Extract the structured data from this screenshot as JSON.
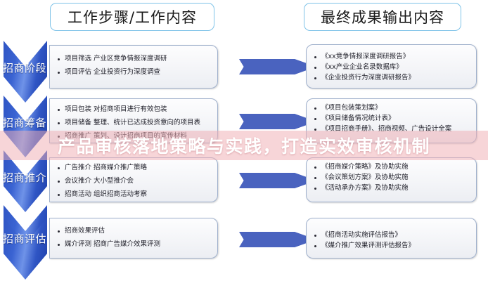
{
  "headers": {
    "left": "工作步骤/工作内容",
    "right": "最终成果输出内容"
  },
  "stages": [
    {
      "label": "招商阶段",
      "steps": [
        "项目筛选 产业区竞争情报深度调研",
        "项目评估 企业投资行为深度调查"
      ],
      "outputs": [
        "《xx竞争情报深度调研报告》",
        "《xx产业企业名录数据库》",
        "《企业投资行为深度调研报告》"
      ]
    },
    {
      "label": "招商筹备",
      "steps": [
        "项目包装 对招商项目进行有效包装",
        "项目储备 整理、统计已达成投资意向的项目表",
        "招商推广 策划、设计招商项目的宣传材料"
      ],
      "outputs": [
        "《项目包装策划案》",
        "《项目储备情况统计表》",
        "《项目招商手册》、招商视频、广告设计全案"
      ]
    },
    {
      "label": "招商推介",
      "steps": [
        "广告推介 招商媒介推广策略",
        "会议推介 大小型推介会",
        "招商活动 组织招商活动考察"
      ],
      "outputs": [
        "《招商媒介策略》及协助实施",
        "《会议策划方案》及协助实施",
        "《活动承办方案》及协助实施"
      ]
    },
    {
      "label": "招商评估",
      "steps": [
        "招商效果评估",
        "媒介评测 招商广告媒介效果评测"
      ],
      "outputs": [
        "《招商活动实施评估报告》",
        "《媒介推广效果评测评估报告》"
      ]
    }
  ],
  "overlay": {
    "text": "产品审核落地策略与实践，打造实效审核机制"
  },
  "colors": {
    "chevron": "#2f55c4",
    "arrow": "#4a63bf",
    "header_border": "#7fc3e8",
    "box_border": "#9fb0cc",
    "overlay_band": "#f0afb4",
    "overlay_text": "#ffffff"
  }
}
